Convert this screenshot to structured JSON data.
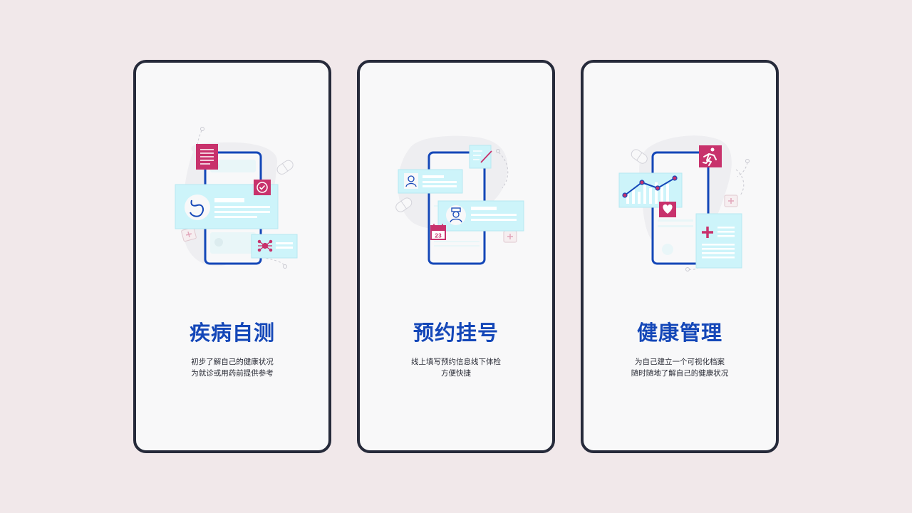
{
  "screens": [
    {
      "title": "疾病自测",
      "desc_lines": [
        "初步了解自己的健康状况",
        "为就诊或用药前提供参考"
      ],
      "icons": [
        "document-icon",
        "stomach-icon",
        "checkmark-icon",
        "virus-icon",
        "pill-icon",
        "medical-kit-icon"
      ]
    },
    {
      "title": "预约挂号",
      "desc_lines": [
        "线上填写预约信息线下体检",
        "方便快捷"
      ],
      "icons": [
        "doctor-avatar-icon",
        "nurse-avatar-icon",
        "prescription-icon",
        "calendar-icon",
        "pill-icon",
        "medical-kit-icon"
      ],
      "calendar_day": "23"
    },
    {
      "title": "健康管理",
      "desc_lines": [
        "为自己建立一个可视化档案",
        "随时随地了解自己的健康状况"
      ],
      "icons": [
        "line-chart-icon",
        "heart-icon",
        "running-person-icon",
        "medical-record-icon",
        "pill-icon",
        "medical-kit-icon"
      ]
    }
  ],
  "colors": {
    "page_bg": "#f1e8ea",
    "phone_border": "#262a3a",
    "phone_bg": "#f8f8f9",
    "accent_blue": "#1447b8",
    "card_cyan": "#cdf4fa",
    "accent_magenta": "#c8326c"
  }
}
